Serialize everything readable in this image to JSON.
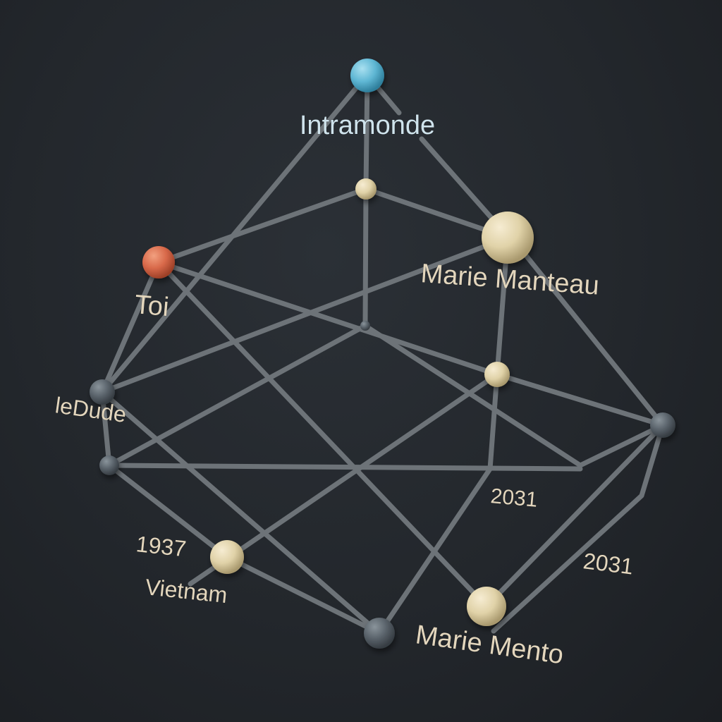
{
  "colors": {
    "background": "#22262b",
    "edge": "#6d7378",
    "label": "#e3d6bd",
    "label_accent": "#cfe3ec",
    "node_blue": "#5fb7d4",
    "node_orange": "#d8694a",
    "node_cream": "#e0d2a8",
    "node_slate": "#59626a"
  },
  "labels": {
    "intramonde": "Intramonde",
    "toi": "Toi",
    "marie_manteau": "Marie Manteau",
    "ledude": "leDude",
    "vietnam": "Vietnam",
    "year_1937": "1937",
    "year_2031_a": "2031",
    "year_2031_b": "2031",
    "marie_mento": "Marie Mento"
  }
}
